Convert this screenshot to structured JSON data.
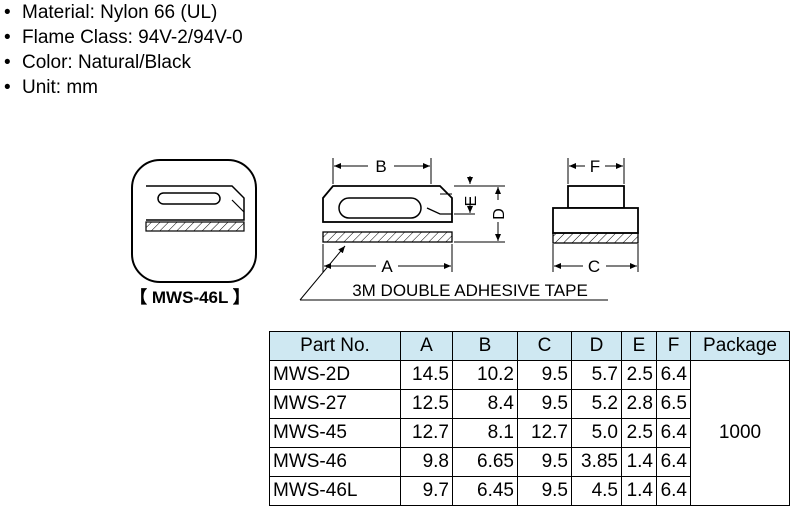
{
  "specs": [
    "Material: Nylon 66 (UL)",
    "Flame Class: 94V-2/94V-0",
    "Color: Natural/Black",
    "Unit: mm"
  ],
  "drawing": {
    "model_label": "【 MWS-46L 】",
    "dims": {
      "a": "A",
      "b": "B",
      "c": "C",
      "d": "D",
      "e": "E",
      "f": "F"
    },
    "tape_label": "3M DOUBLE ADHESIVE TAPE"
  },
  "table": {
    "headers": {
      "part": "Part No.",
      "a": "A",
      "b": "B",
      "c": "C",
      "d": "D",
      "e": "E",
      "f": "F",
      "package": "Package"
    },
    "rows": [
      {
        "part": "MWS-2D",
        "a": "14.5",
        "b": "10.2",
        "c": "9.5",
        "d": "5.7",
        "e": "2.5",
        "f": "6.4"
      },
      {
        "part": "MWS-27",
        "a": "12.5",
        "b": "8.4",
        "c": "9.5",
        "d": "5.2",
        "e": "2.8",
        "f": "6.5"
      },
      {
        "part": "MWS-45",
        "a": "12.7",
        "b": "8.1",
        "c": "12.7",
        "d": "5.0",
        "e": "2.5",
        "f": "6.4"
      },
      {
        "part": "MWS-46",
        "a": "9.8",
        "b": "6.65",
        "c": "9.5",
        "d": "3.85",
        "e": "1.4",
        "f": "6.4"
      },
      {
        "part": "MWS-46L",
        "a": "9.7",
        "b": "6.45",
        "c": "9.5",
        "d": "4.5",
        "e": "1.4",
        "f": "6.4"
      }
    ],
    "package_value": "1000"
  }
}
